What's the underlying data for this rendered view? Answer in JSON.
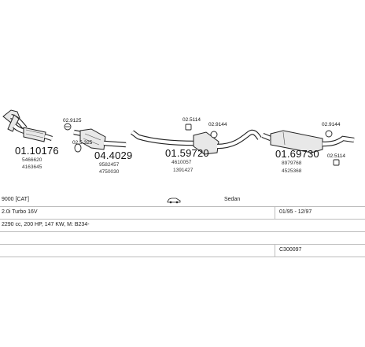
{
  "parts": {
    "p1": {
      "number": "01.10176",
      "refs": [
        "5466620",
        "4163645"
      ]
    },
    "p2": {
      "number": "04.4029",
      "refs": [
        "9582457",
        "4750030"
      ]
    },
    "p3": {
      "number": "01.59720",
      "refs": [
        "4610057",
        "1391427"
      ]
    },
    "p4": {
      "number": "01.69730",
      "refs": [
        "8979768",
        "4525368"
      ]
    }
  },
  "fittings": {
    "f1": "02.9125",
    "f2": "02.5.325",
    "f3": "02.5114",
    "f4": "02.9144",
    "f5": "02.9144",
    "f6": "02.5114"
  },
  "info": {
    "model": "9000 [CAT]",
    "body_type": "Sedan",
    "variant": "2.0i Turbo 16V",
    "years": "01/95 - 12/97",
    "engine": "2290 cc, 200 HP, 147 KW, M: B234-",
    "code": "C300097",
    "car_icon": "sedan-car-icon"
  }
}
